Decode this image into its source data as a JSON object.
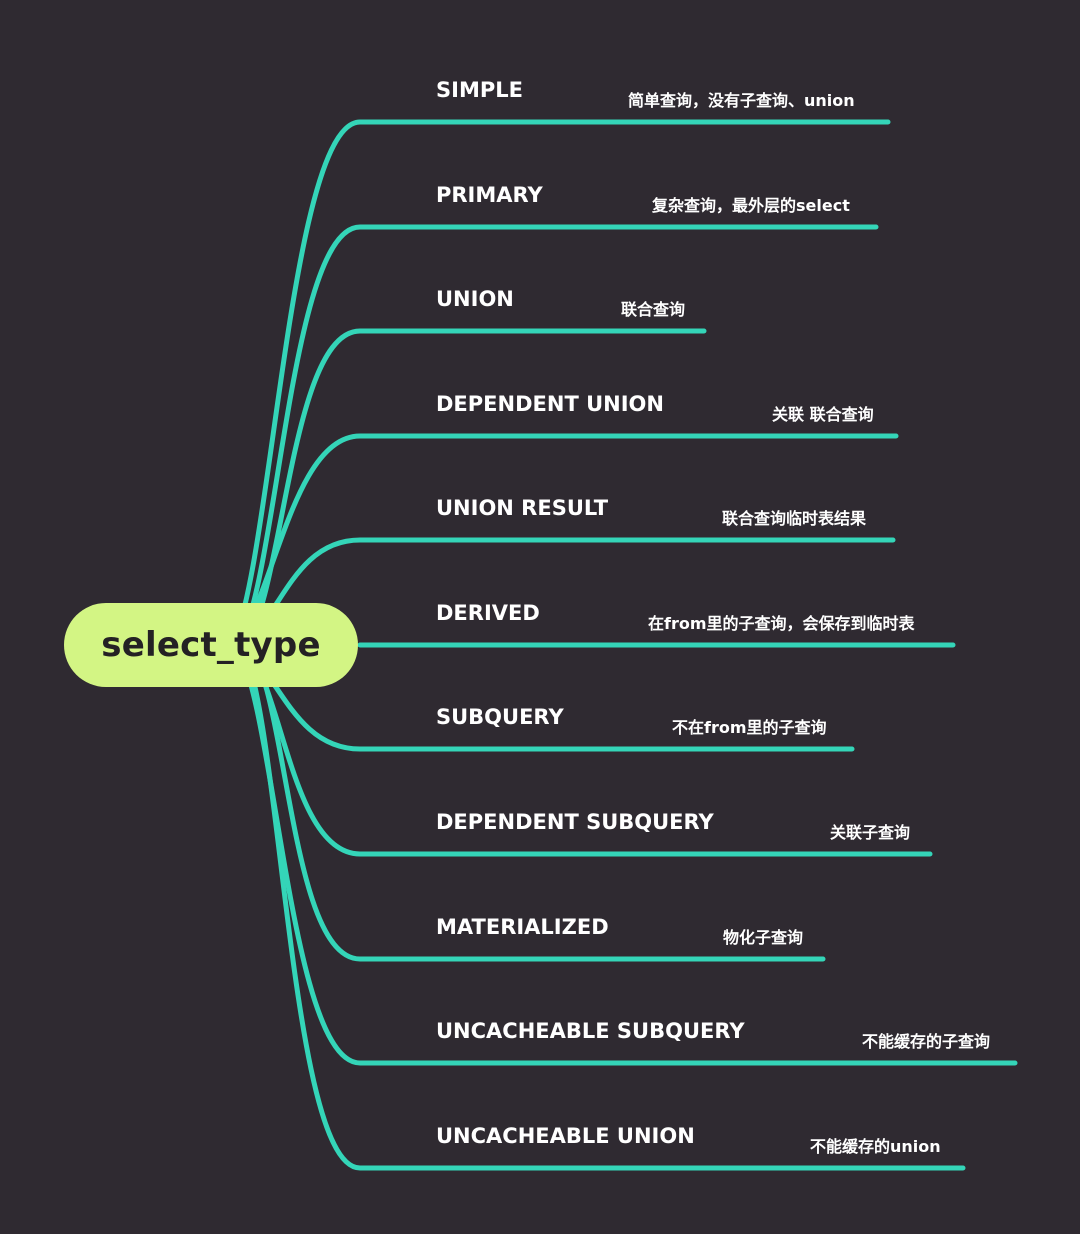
{
  "root": {
    "label": "select_type",
    "color": "#d3f584"
  },
  "colors": {
    "background": "#2f2a31",
    "branch_line": "#34d5b8",
    "text": "#ffffff"
  },
  "branches": [
    {
      "label": "SIMPLE",
      "note": "简单查询，没有子查询、union"
    },
    {
      "label": "PRIMARY",
      "note": "复杂查询，最外层的select"
    },
    {
      "label": "UNION",
      "note": "联合查询"
    },
    {
      "label": "DEPENDENT UNION",
      "note": "关联 联合查询"
    },
    {
      "label": "UNION RESULT",
      "note": "联合查询临时表结果"
    },
    {
      "label": "DERIVED",
      "note": "在from里的子查询，会保存到临时表"
    },
    {
      "label": "SUBQUERY",
      "note": "不在from里的子查询"
    },
    {
      "label": "DEPENDENT SUBQUERY",
      "note": "关联子查询"
    },
    {
      "label": "MATERIALIZED",
      "note": "物化子查询"
    },
    {
      "label": "UNCACHEABLE SUBQUERY",
      "note": "不能缓存的子查询"
    },
    {
      "label": "UNCACHEABLE UNION",
      "note": "不能缓存的union"
    }
  ]
}
